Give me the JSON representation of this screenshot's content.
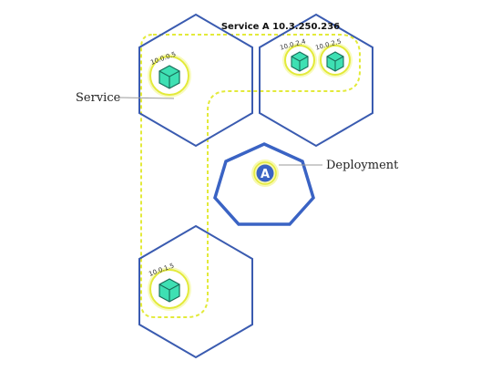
{
  "service_title": "Service A 10.3.250.236",
  "labels": {
    "service": "Service",
    "deployment": "Deployment"
  },
  "deployment_badge": "A",
  "pods": [
    {
      "ip": "10.0.0.5"
    },
    {
      "ip": "10.0.2.4"
    },
    {
      "ip": "10.0.2.5"
    },
    {
      "ip": "10.0.1.5"
    }
  ],
  "colors": {
    "node_stroke": "#3a5bb0",
    "deployment_stroke": "#3a63c4",
    "service_outline": "#e3ea3a",
    "pod_halo": "#f0f36e",
    "pod_cube": "#3ee0b3",
    "pod_cube_dark": "#1a6e5a",
    "leader_line": "#9a9a9a"
  },
  "icons": {
    "pod": "cube-icon",
    "deployment": "kubernetes-deployment-icon"
  }
}
